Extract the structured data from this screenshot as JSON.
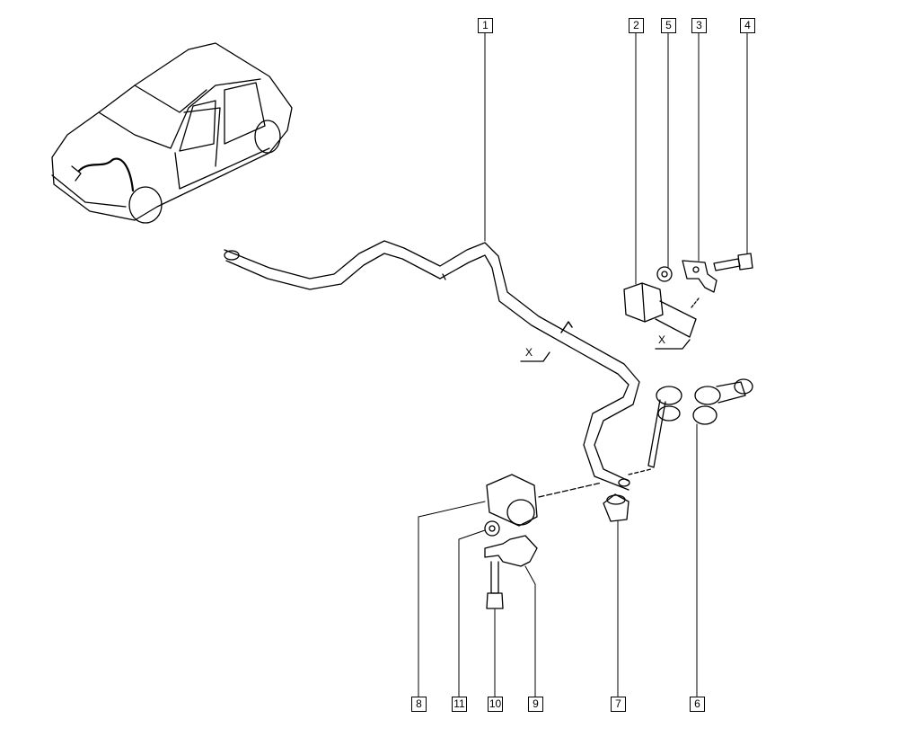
{
  "diagram": {
    "callouts": [
      "1",
      "2",
      "3",
      "4",
      "5",
      "6",
      "7",
      "8",
      "9",
      "10",
      "11"
    ],
    "section_marks": [
      "X",
      "X"
    ],
    "colors": {
      "line": "#000000",
      "background": "#ffffff"
    }
  }
}
